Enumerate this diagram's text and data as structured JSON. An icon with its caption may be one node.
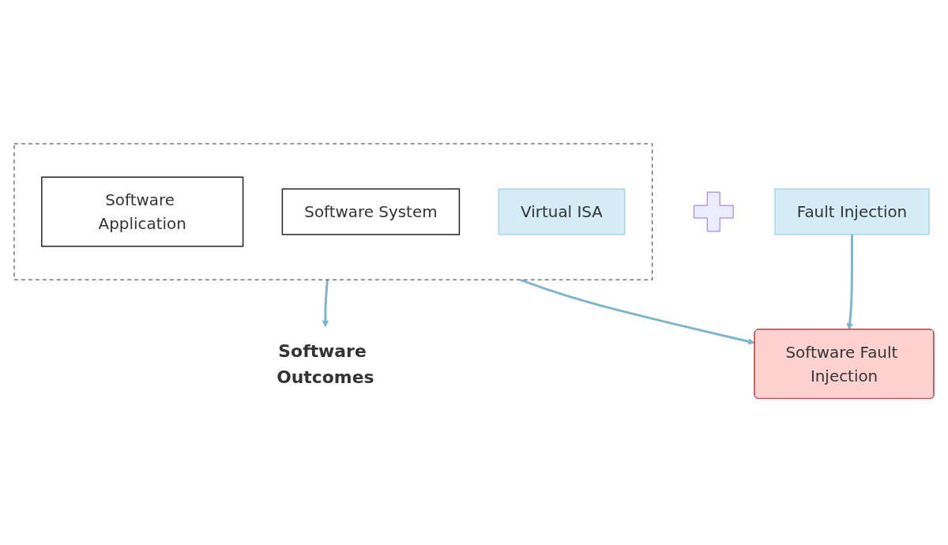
{
  "diagram": {
    "nodes": [
      {
        "text": [
          "Software Outcomes"
        ]
      },
      {
        "text": [],
        "shape": "box"
      },
      {
        "text": [
          "Software Application"
        ],
        "in": 1
      },
      {
        "text": [
          "Software System"
        ],
        "in": 1
      },
      {
        "text": [
          "Virtual ISA"
        ],
        "in": 1
      },
      {
        "text": [],
        "shape": "plus"
      },
      {
        "text": [
          "Fault Injection"
        ]
      },
      {
        "text": [
          "Software Fault Injection"
        ]
      }
    ],
    "edges": [
      {
        "from": 1,
        "to": 0,
        "arrow": "to"
      },
      {
        "from": 1,
        "to": 7,
        "arrow": "to"
      },
      {
        "from": 6,
        "to": 7,
        "arrow": "to"
      }
    ]
  }
}
